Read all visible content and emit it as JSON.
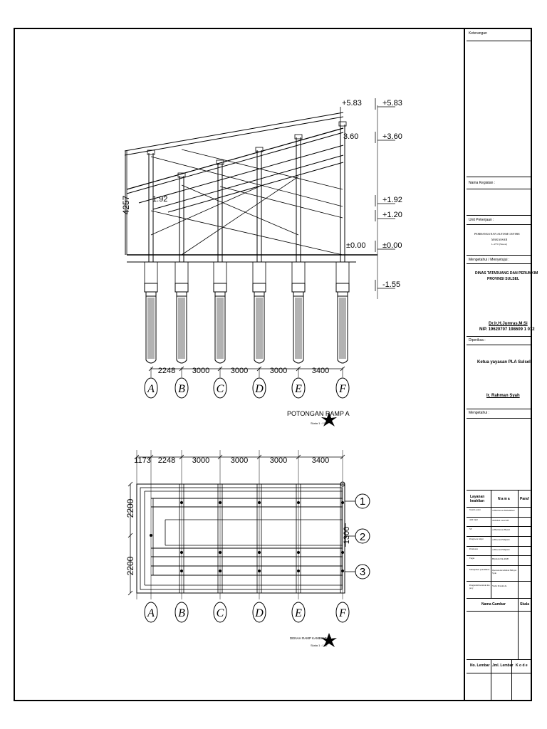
{
  "section": {
    "levels": [
      "+5.83",
      "+3.60",
      "+1.92",
      "+1.20",
      "±0.00",
      "-1.55"
    ],
    "inner_labels": [
      "+5.83",
      "3.60",
      "1.92",
      "±0.00"
    ],
    "height_dim": "4257",
    "spans": [
      "2248",
      "3000",
      "3000",
      "3000",
      "3400"
    ],
    "axes": [
      "A",
      "B",
      "C",
      "D",
      "E",
      "F"
    ],
    "caption": "POTONGAN RAMP A",
    "scale": "Skala 1 : 100"
  },
  "plan": {
    "spans": [
      "1173",
      "2248",
      "3000",
      "3000",
      "3000",
      "3400"
    ],
    "axes": [
      "A",
      "B",
      "C",
      "D",
      "E",
      "F"
    ],
    "rows": [
      "1",
      "2",
      "3"
    ],
    "left_dims": [
      "2200",
      "2200"
    ],
    "right_dim": "1300",
    "caption": "DENAH RAMP KAMBINGAN",
    "scale": "Skala 1 : 100"
  },
  "title_block": {
    "keterangan": "Keterangan",
    "nama_kegiatan": "Nama Kegiatan :",
    "unit_pekerjaan": "Unit Pekerjaan :",
    "project_line1": "PEMBANGUNAN AUTISM CENTRE",
    "project_line2": "MAKASSAR",
    "project_line3": "L.4770 (Sisoar)",
    "mengetahui_menyetujui": "Mengetahui / Menyetujui :",
    "dinas_line1": "DINAS TATARUANG DAN PERUMKIM",
    "dinas_line2": "PROVINSI SULSEL",
    "official_name": "Dr.Ir.H.Jumras,M.Si",
    "official_nip": "NIP. 19620707 198609 1 012",
    "diperiksa": "Diperiksa :",
    "ketua": "Ketua yayasan PLA Sulsel",
    "ketua_name": "Ir. Rahman Syah",
    "mengetahui": "Mengetahui :",
    "table_headers": [
      "Layanan keahlian",
      "Nama",
      "Paraf"
    ],
    "table_rows": [
      {
        "role": "Team Leader",
        "name": "A.Hermawan Muhammad"
      },
      {
        "role": "Ahli Sipil",
        "name": "Abdullah Lesal MT"
      },
      {
        "role": "SE",
        "name": "A.Hermawan Haerul"
      },
      {
        "role": "Pengawas lanjut",
        "name": "A.Bawaan Halijandi"
      },
      {
        "role": "Pelaksana",
        "name": "A.Bawaan Halijandi"
      },
      {
        "role": "Tugas",
        "name": "Hijrah & Pak RKB"
      },
      {
        "role": "Manajemen pendidikan",
        "name": "Operasional Ahmad Hidayat Syah"
      },
      {
        "role": "Pengendali kontrak dan proy",
        "name": "Yudis Pratama K."
      }
    ],
    "nama_gambar": "Nama Gambar",
    "skala": "Skala",
    "no_lembar": "No. Lembar",
    "jml_lembar": "Jml. Lembar",
    "kode": "K o d e"
  }
}
